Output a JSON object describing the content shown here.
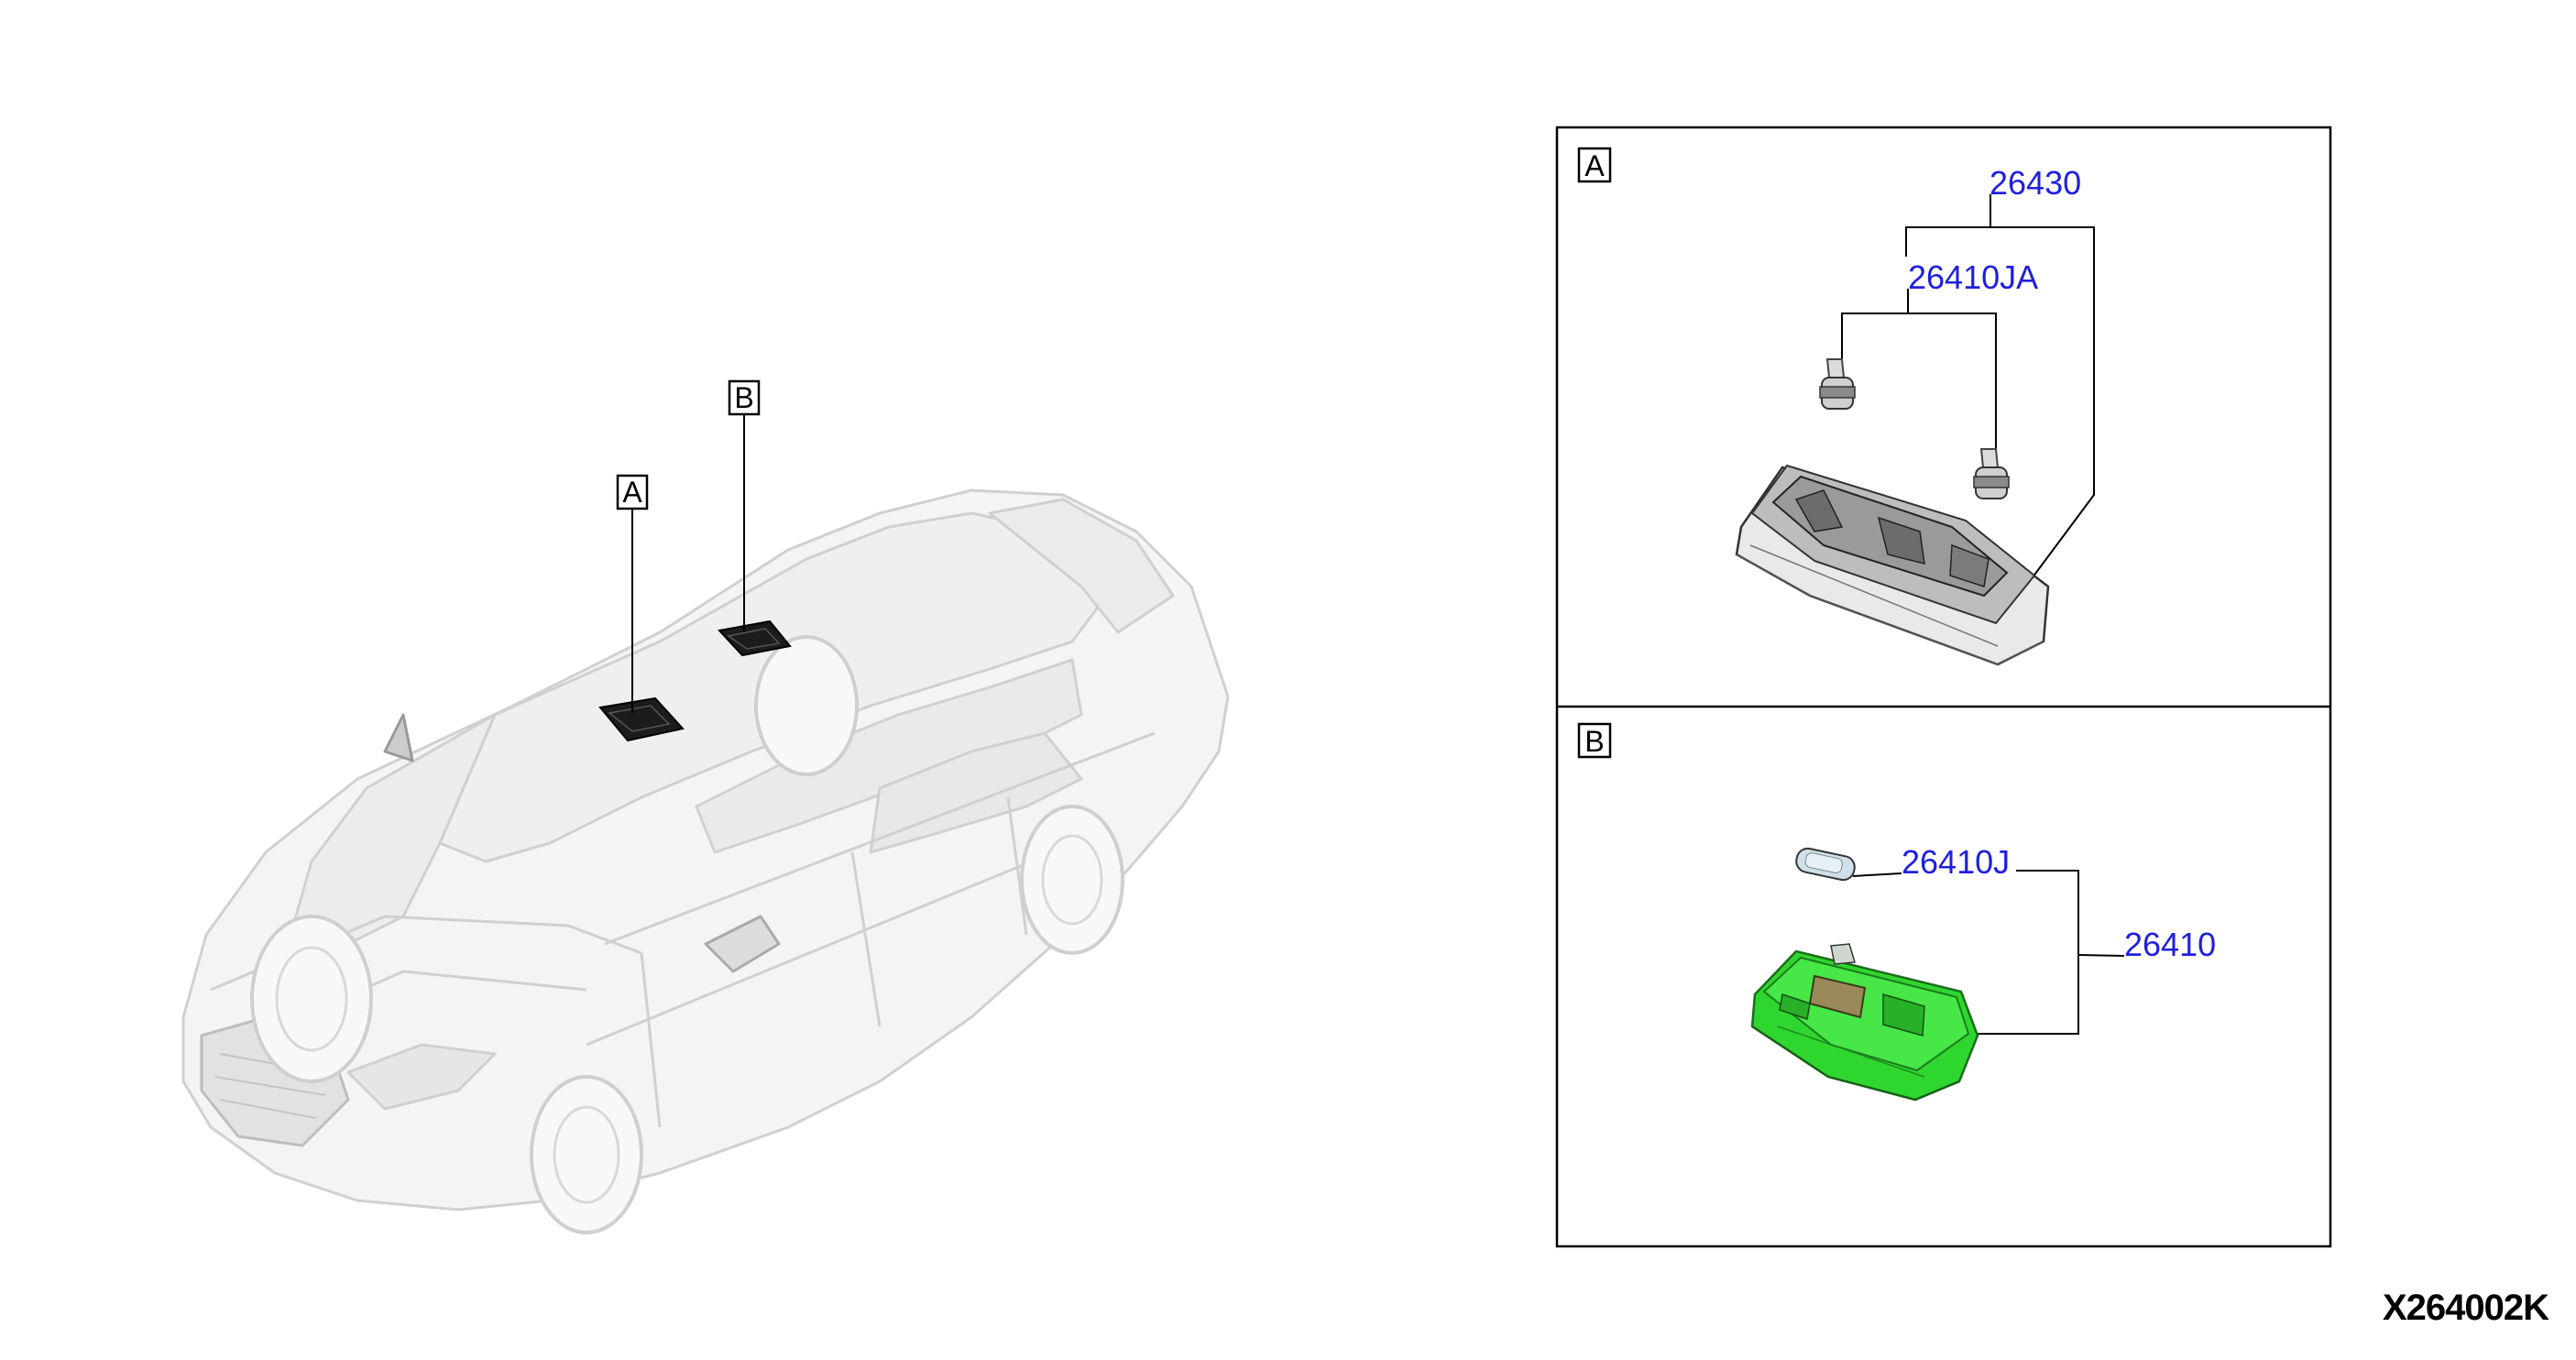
{
  "document_id": "X264002K",
  "callouts": {
    "a": "A",
    "b": "B"
  },
  "panel_a": {
    "letter": "A",
    "parts": {
      "lamp_assy": "26430",
      "bulb": "26410JA"
    },
    "icon": "map-lamp-assembly-icon"
  },
  "panel_b": {
    "letter": "B",
    "parts": {
      "bulb": "26410J",
      "lamp_assy": "26410"
    },
    "icon": "room-lamp-assembly-icon",
    "highlight_color": "#3ee23e"
  },
  "vehicle": {
    "icon": "car-outline-icon",
    "marker_color": "#1c1c1c"
  }
}
